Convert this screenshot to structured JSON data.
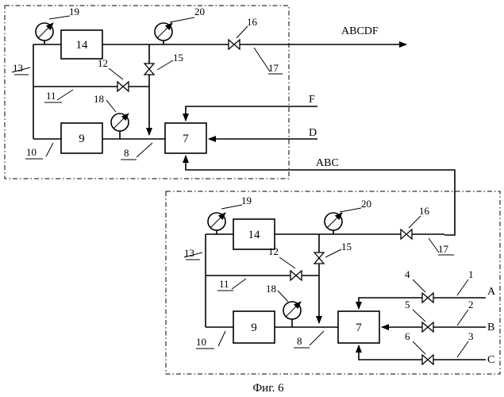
{
  "figure": {
    "caption": "Фиг. 6",
    "flows": {
      "output_top": "ABCDF",
      "feed_f": "F",
      "feed_d": "D",
      "link_abc": "ABC",
      "feed_a": "A",
      "feed_b": "B",
      "feed_c": "C"
    },
    "upper_module": {
      "block_14": "14",
      "block_9": "9",
      "block_7": "7",
      "labels": {
        "n19": "19",
        "n20": "20",
        "n16": "16",
        "n13": "13",
        "n12": "12",
        "n15": "15",
        "n17": "17",
        "n11": "11",
        "n18": "18",
        "n10": "10",
        "n8": "8"
      }
    },
    "lower_module": {
      "block_14": "14",
      "block_9": "9",
      "block_7": "7",
      "labels": {
        "n19": "19",
        "n20": "20",
        "n16": "16",
        "n13": "13",
        "n12": "12",
        "n15": "15",
        "n17": "17",
        "n11": "11",
        "n18": "18",
        "n10": "10",
        "n8": "8",
        "n4": "4",
        "n1": "1",
        "n5": "5",
        "n2": "2",
        "n6": "6",
        "n3": "3"
      }
    }
  }
}
